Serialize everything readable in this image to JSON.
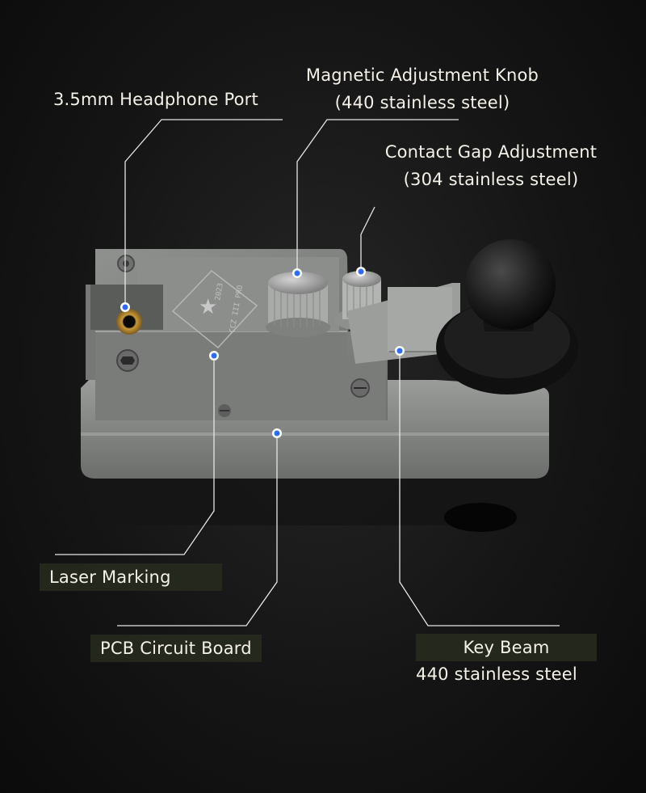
{
  "callouts": {
    "headphone_port": {
      "title": "3.5mm Headphone Port"
    },
    "magnetic_knob": {
      "title": "Magnetic Adjustment Knob",
      "material": "(440 stainless steel)"
    },
    "contact_gap": {
      "title": "Contact Gap Adjustment",
      "material": "(304 stainless steel)"
    },
    "laser_marking": {
      "title": "Laser Marking"
    },
    "pcb": {
      "title": "PCB Circuit Board"
    },
    "key_beam": {
      "title": "Key Beam",
      "material": "440 stainless steel"
    }
  },
  "engraving": {
    "year": "2023",
    "model": "CCZ III PRO"
  },
  "colors": {
    "background": "#111111",
    "body_metal": "#8a8c8a",
    "knob_black": "#1a1a1a",
    "marker_dot": "#2b6bff",
    "leader_line": "#e8e8e8",
    "label_box": "#2a2e20"
  },
  "icons": {
    "engraving_logo": "star-diamond-icon"
  }
}
